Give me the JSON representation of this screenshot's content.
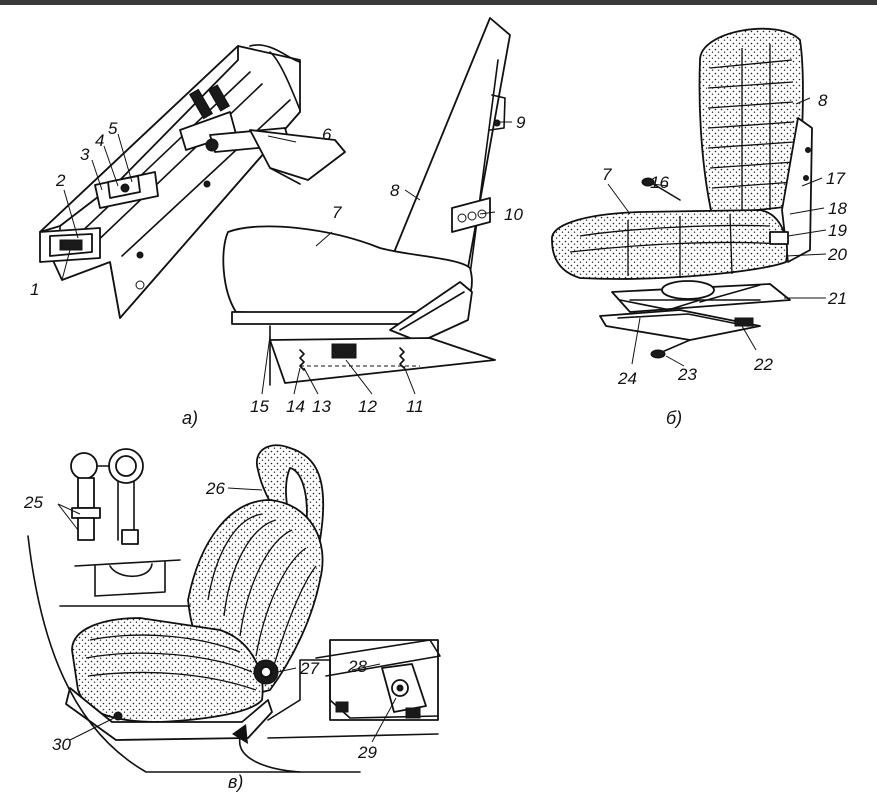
{
  "figure": {
    "captions": {
      "a": "а)",
      "b": "б)",
      "v": "в)"
    },
    "callouts": {
      "n1": "1",
      "n2": "2",
      "n3": "3",
      "n4": "4",
      "n5": "5",
      "n6": "6",
      "n7": "7",
      "n8": "8",
      "n9": "9",
      "n10": "10",
      "n11": "11",
      "n12": "12",
      "n13": "13",
      "n14": "14",
      "n15": "15",
      "b7": "7",
      "b8": "8",
      "n16": "16",
      "n17": "17",
      "n18": "18",
      "n19": "19",
      "n20": "20",
      "n21": "21",
      "n22": "22",
      "n23": "23",
      "n24": "24",
      "n25": "25",
      "n26": "26",
      "n27": "27",
      "n28": "28",
      "n29": "29",
      "n30": "30"
    }
  }
}
